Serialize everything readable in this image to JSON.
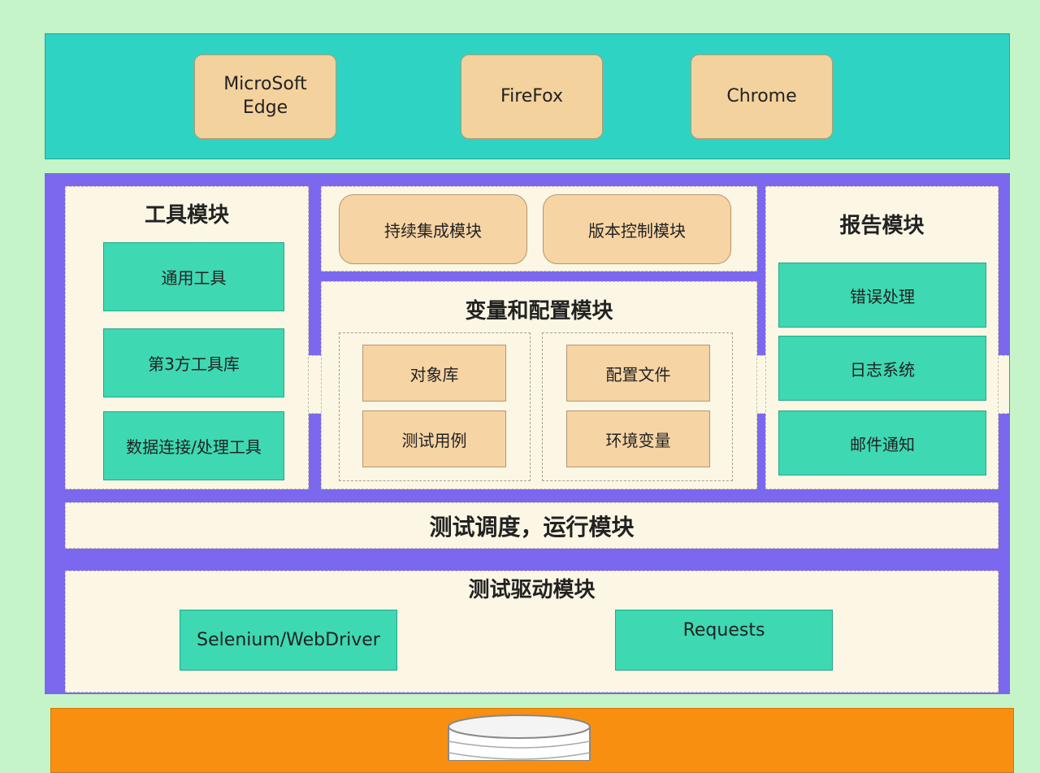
{
  "browsers": [
    "MicroSoft\nEdge",
    "FireFox",
    "Chrome"
  ],
  "tools": {
    "title": "工具模块",
    "items": [
      "通用工具",
      "第3方工具库",
      "数据连接/处理工具"
    ]
  },
  "ci": {
    "items": [
      "持续集成模块",
      "版本控制模块"
    ]
  },
  "config": {
    "title": "变量和配置模块",
    "left": [
      "对象库",
      "测试用例"
    ],
    "right": [
      "配置文件",
      "环境变量"
    ]
  },
  "report": {
    "title": "报告模块",
    "items": [
      "错误处理",
      "日志系统",
      "邮件通知"
    ]
  },
  "scheduler": {
    "label": "测试调度，运行模块"
  },
  "driver": {
    "title": "测试驱动模块",
    "items": [
      "Selenium/WebDriver",
      "Requests"
    ]
  },
  "colors": {
    "background": "#c4f4c8",
    "browser_band": "#2ed3c4",
    "core_frame": "#7b68ee",
    "panel": "#fbf7e4",
    "teal_box": "#3ed8b2",
    "peach_box": "#f6d4a4",
    "bottom_band": "#f98f10"
  },
  "icons": [
    "database-icon"
  ]
}
